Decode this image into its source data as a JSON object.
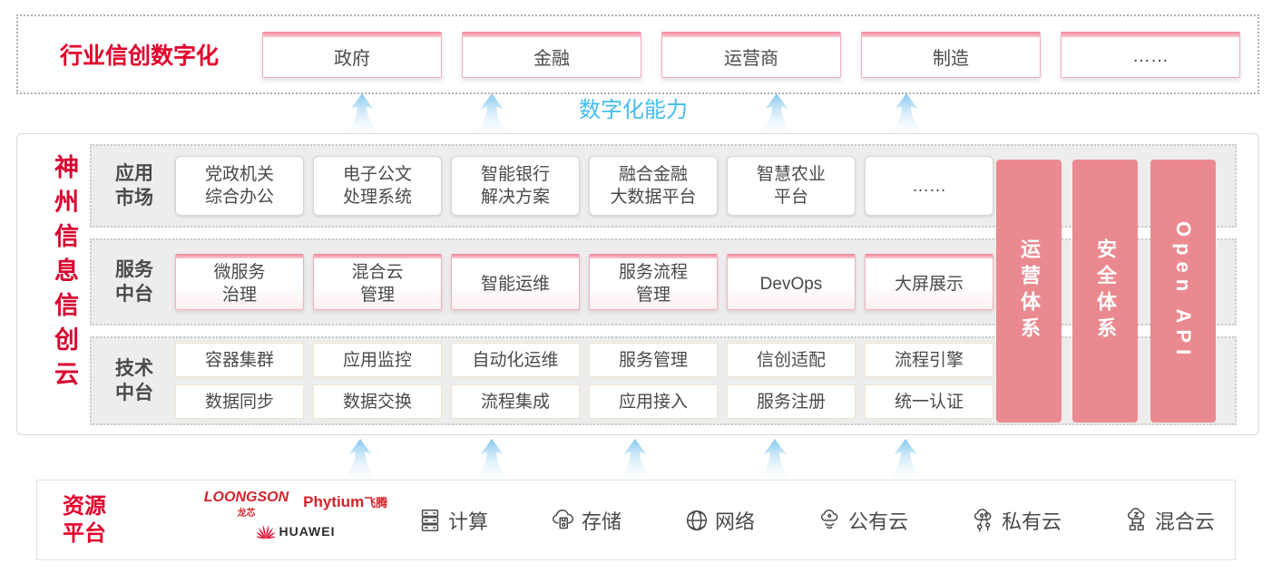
{
  "colors": {
    "red": "#e2002b",
    "pink_bar": "#ea8a90",
    "blue": "#45bdf0"
  },
  "top": {
    "title": "行业信创数字化",
    "industries": [
      "政府",
      "金融",
      "运营商",
      "制造",
      "……"
    ]
  },
  "cap_label": "数字化能力",
  "main": {
    "vertical_title": "神州信息信创云",
    "rows": [
      {
        "label": "应用\n市场",
        "cards": [
          "党政机关\n综合办公",
          "电子公文\n处理系统",
          "智能银行\n解决方案",
          "融合金融\n大数据平台",
          "智慧农业\n平台",
          "……"
        ]
      },
      {
        "label": "服务\n中台",
        "cards": [
          "微服务\n治理",
          "混合云\n管理",
          "智能运维",
          "服务流程\n管理",
          "DevOps",
          "大屏展示"
        ]
      },
      {
        "label": "技术\n中台",
        "cards_row1": [
          "容器集群",
          "应用监控",
          "自动化运维",
          "服务管理",
          "信创适配",
          "流程引擎"
        ],
        "cards_row2": [
          "数据同步",
          "数据交换",
          "流程集成",
          "应用接入",
          "服务注册",
          "统一认证"
        ]
      }
    ],
    "pillars": [
      "运营体系",
      "安全体系",
      "Open API"
    ]
  },
  "bottom": {
    "label": "资源\n平台",
    "vendors": {
      "loongson": "LOONGSON",
      "loongson_cn": "龙芯",
      "phytium": "Phytium",
      "phytium_cn": "飞腾",
      "huawei": "HUAWEI"
    },
    "resources": [
      {
        "icon": "compute-icon",
        "label": "计算"
      },
      {
        "icon": "storage-icon",
        "label": "存储"
      },
      {
        "icon": "network-icon",
        "label": "网络"
      },
      {
        "icon": "public-cloud-icon",
        "label": "公有云"
      },
      {
        "icon": "private-cloud-icon",
        "label": "私有云"
      },
      {
        "icon": "hybrid-cloud-icon",
        "label": "混合云"
      }
    ]
  }
}
